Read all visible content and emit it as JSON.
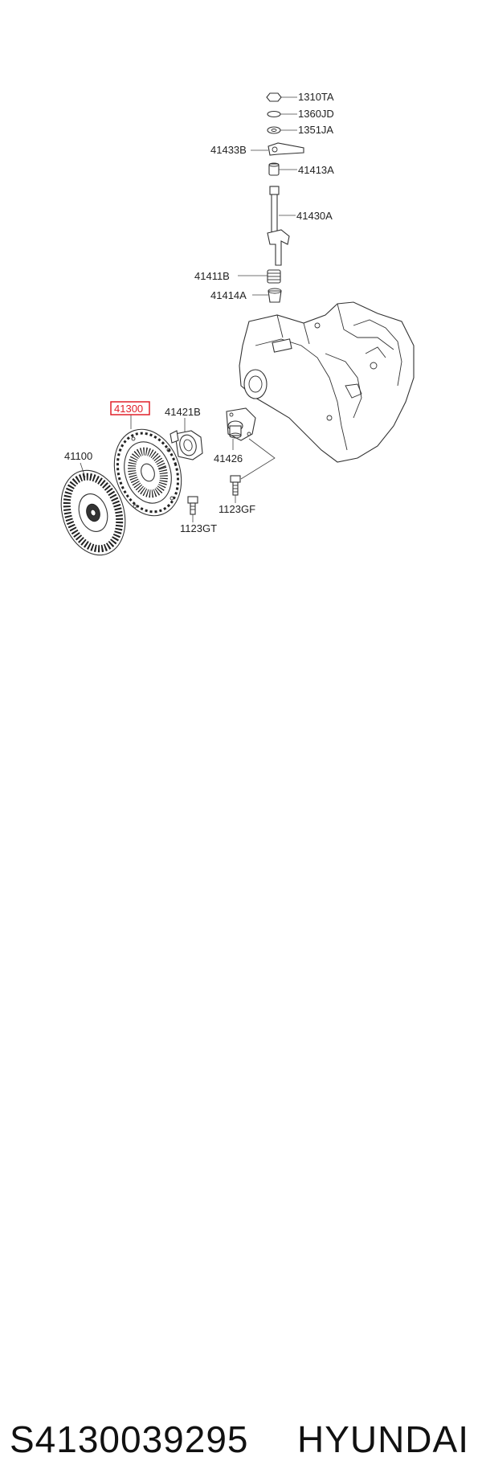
{
  "diagram": {
    "labels": {
      "p1310TA": "1310TA",
      "p1360JD": "1360JD",
      "p1351JA": "1351JA",
      "p41433B": "41433B",
      "p41413A": "41413A",
      "p41430A": "41430A",
      "p41411B": "41411B",
      "p41414A": "41414A",
      "p41300": "41300",
      "p41421B": "41421B",
      "p41100": "41100",
      "p41426": "41426",
      "p1123GF": "1123GF",
      "p1123GT": "1123GT"
    },
    "highlight_color": "#e0202a"
  },
  "caption": {
    "part_number": "S4130039295",
    "brand": "HYUNDAI"
  }
}
